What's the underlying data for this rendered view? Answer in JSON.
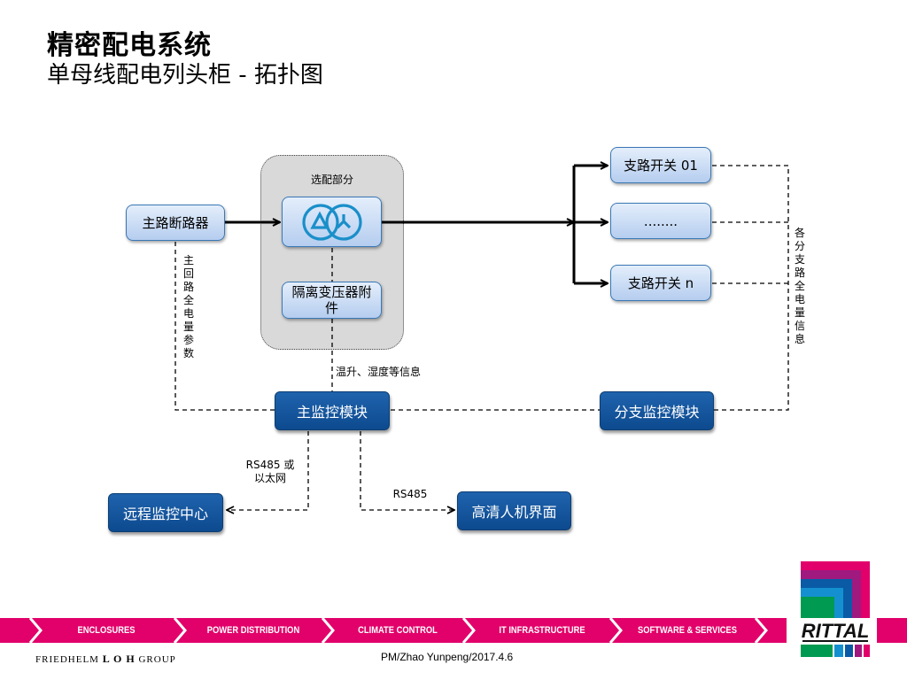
{
  "header": {
    "title": "精密配电系统",
    "subtitle": "单母线配电列头柜 - 拓扑图"
  },
  "diagram": {
    "optional_group_label": "选配部分",
    "nodes": {
      "main_breaker": "主路断路器",
      "transformer_icon": "isolation-transformer-delta-wye-icon",
      "transformer_accessory": "隔离变压器附件",
      "branch_switch_01": "支路开关 01",
      "branch_switch_mid": "........",
      "branch_switch_n": "支路开关 n",
      "main_monitor": "主监控模块",
      "branch_monitor": "分支监控模块",
      "remote_center": "远程监控中心",
      "hmi": "高清人机界面"
    },
    "annotations": {
      "main_circuit_params": "主回路全电量参数",
      "branch_info": "各分支路全电量信息",
      "temp_humidity": "温升、湿度等信息",
      "rs485_or_ethernet": "RS485 或\n以太网",
      "rs485": "RS485"
    },
    "colors": {
      "light_box_border": "#3a78b5",
      "dark_box": "#1f63ad",
      "transformer_icon": "#1a8fc9"
    }
  },
  "footer": {
    "band_color": "#e2006a",
    "categories": [
      "ENCLOSURES",
      "POWER DISTRIBUTION",
      "CLIMATE CONTROL",
      "IT INFRASTRUCTURE",
      "SOFTWARE & SERVICES"
    ],
    "group_name_pre": "FRIEDHELM ",
    "group_name_bold": "L O H",
    "group_name_post": " GROUP",
    "author_date": "PM/Zhao Yunpeng/2017.4.6",
    "brand": "RITTAL"
  }
}
